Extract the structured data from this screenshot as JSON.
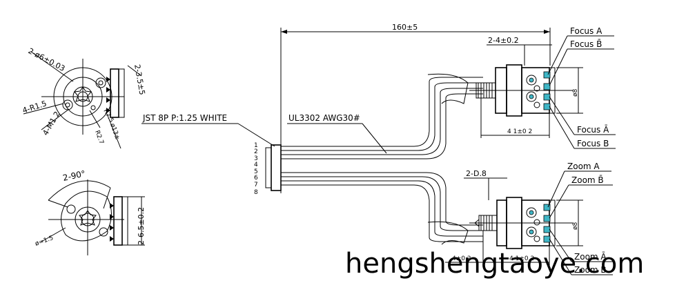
{
  "dims": {
    "cable_length": "160±5",
    "spacing_top": "2-4±0.2",
    "spacing_bottom": "2-D.8",
    "diameter_top": "ø8",
    "diameter_bottom": "ø8",
    "body_length_top": "4 1±0 2",
    "body_length_bottom": "4 1±0.2",
    "bottom_left_partial": "4±0.2"
  },
  "connector": {
    "label": "JST 8P P:1.25 WHITE",
    "pins": [
      "1",
      "2",
      "3",
      "4",
      "5",
      "6",
      "7",
      "8"
    ]
  },
  "cable": {
    "label": "UL3302 AWG30#"
  },
  "motor_focus": {
    "labels": [
      "Focus A",
      "Focus B̄",
      "Focus Ā",
      "Focus B"
    ]
  },
  "motor_zoom": {
    "labels": [
      "Zoom A",
      "Zoom B̄",
      "Zoom Ā",
      "Zoom B"
    ]
  },
  "front_view": {
    "dims": [
      "2-ø6±0.03",
      "2-3.5±5",
      "4-R1.5",
      "4-M1.2",
      "R2.7",
      "ø13±",
      "R7.5"
    ]
  },
  "side_view": {
    "dims": [
      "2-90°",
      "2-6.5±0.2",
      "ø=1.5"
    ]
  },
  "watermark": "hengshengtaoye.com",
  "colors": {
    "terminal": "#3fb6c6",
    "line": "#000000"
  }
}
